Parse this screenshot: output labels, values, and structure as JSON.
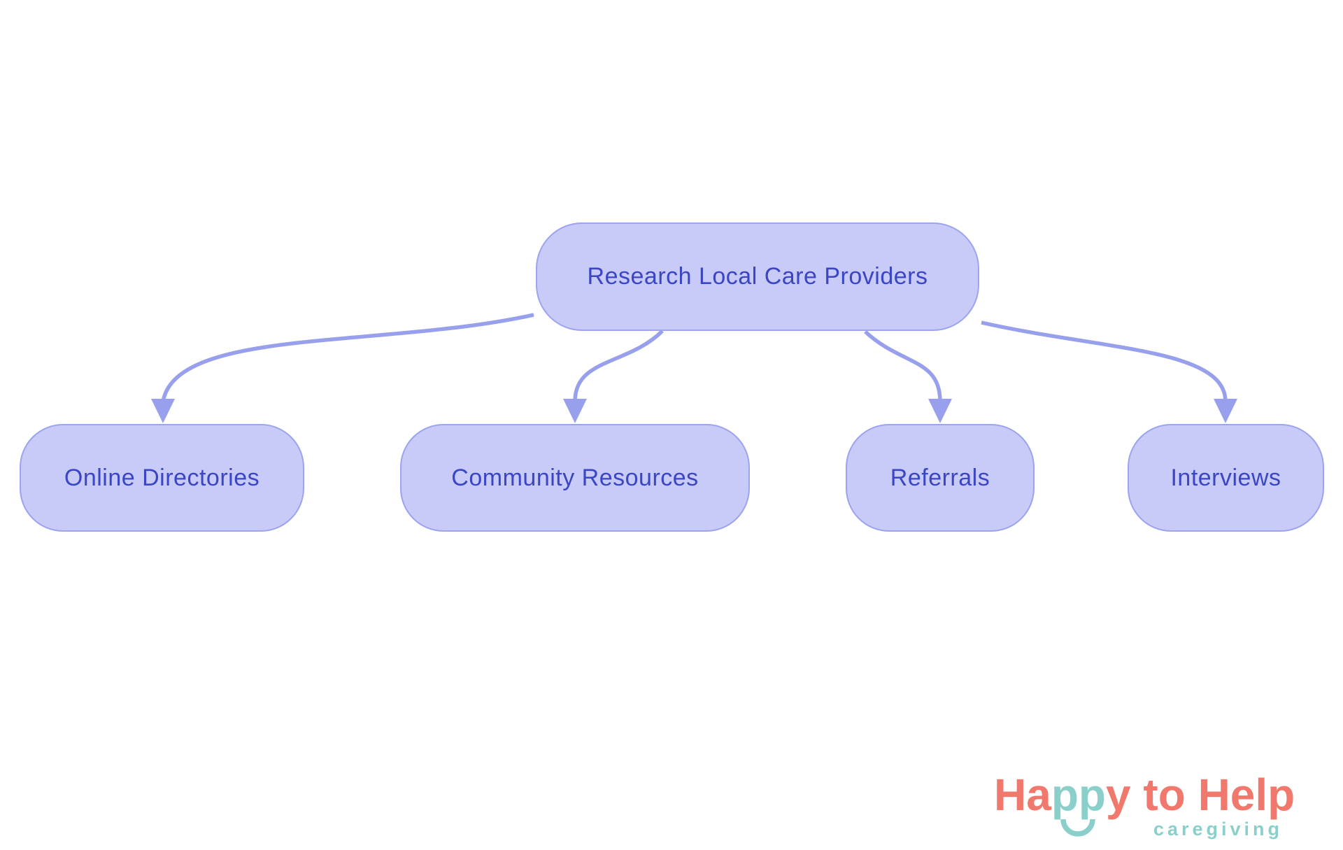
{
  "diagram": {
    "type": "flowchart",
    "nodes": [
      {
        "id": "research-local-care-providers",
        "label": "Research Local Care Providers",
        "role": "root"
      },
      {
        "id": "online-directories",
        "label": "Online Directories",
        "role": "child"
      },
      {
        "id": "community-resources",
        "label": "Community Resources",
        "role": "child"
      },
      {
        "id": "referrals",
        "label": "Referrals",
        "role": "child"
      },
      {
        "id": "interviews",
        "label": "Interviews",
        "role": "child"
      }
    ],
    "edges": [
      {
        "from": "research-local-care-providers",
        "to": "online-directories"
      },
      {
        "from": "research-local-care-providers",
        "to": "community-resources"
      },
      {
        "from": "research-local-care-providers",
        "to": "referrals"
      },
      {
        "from": "research-local-care-providers",
        "to": "interviews"
      }
    ]
  },
  "logo": {
    "part1": "Ha",
    "part2": "pp",
    "part3": "y to Help",
    "tagline": "caregiving",
    "smile_icon": "smile-icon"
  },
  "colors": {
    "node_fill": "#C8CAF8",
    "node_border": "#9CA3F0",
    "node_text": "#3B46C4",
    "arrow": "#98A0EE",
    "logo_coral": "#F1786C",
    "logo_teal": "#8BCFCB",
    "background": "#FFFFFF"
  }
}
